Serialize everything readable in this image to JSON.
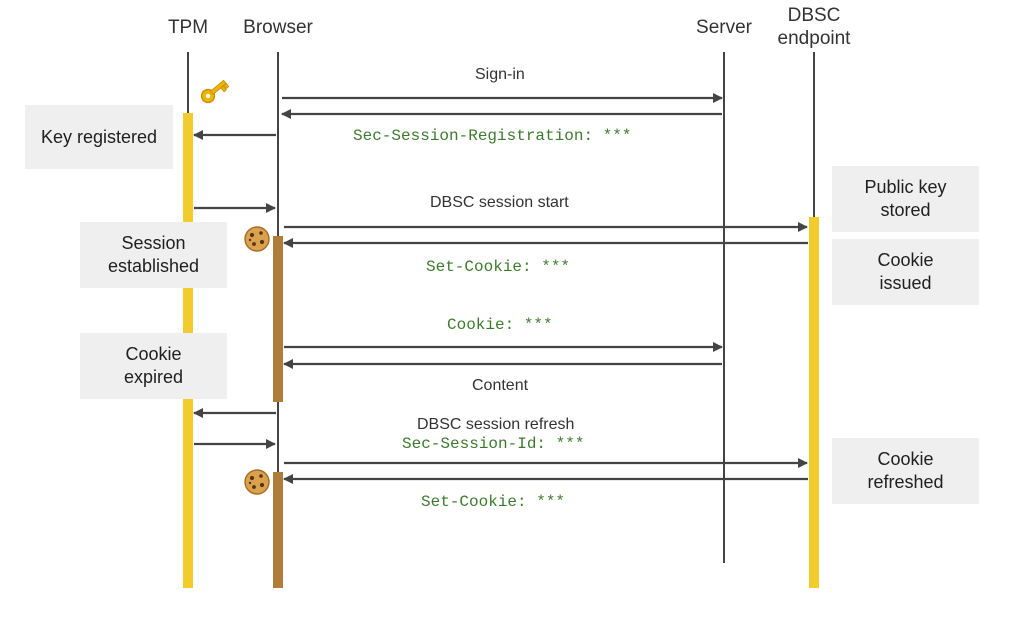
{
  "actors": {
    "tpm": "TPM",
    "browser": "Browser",
    "server": "Server",
    "dbsc": "DBSC\nendpoint"
  },
  "notes": {
    "key_registered": "Key registered",
    "session_established": "Session\nestablished",
    "cookie_expired": "Cookie\nexpired",
    "public_key_stored": "Public key\nstored",
    "cookie_issued": "Cookie\nissued",
    "cookie_refreshed": "Cookie\nrefreshed"
  },
  "messages": {
    "sign_in": "Sign-in",
    "sec_session_registration": "Sec-Session-Registration: ***",
    "dbsc_session_start": "DBSC session start",
    "set_cookie_1": "Set-Cookie: ***",
    "cookie_header": "Cookie: ***",
    "content": "Content",
    "dbsc_session_refresh": "DBSC session refresh",
    "sec_session_id": "Sec-Session-Id: ***",
    "set_cookie_2": "Set-Cookie: ***"
  },
  "icons": {
    "key": "key-icon",
    "cookie": "cookie-icon"
  },
  "colors": {
    "tpm_activation": "#f2cc2d",
    "browser_activation": "#b07c3a",
    "dbsc_activation": "#f2cc2d",
    "arrow": "#444444",
    "code_text": "#3d7a2e",
    "note_bg": "#efefef"
  }
}
